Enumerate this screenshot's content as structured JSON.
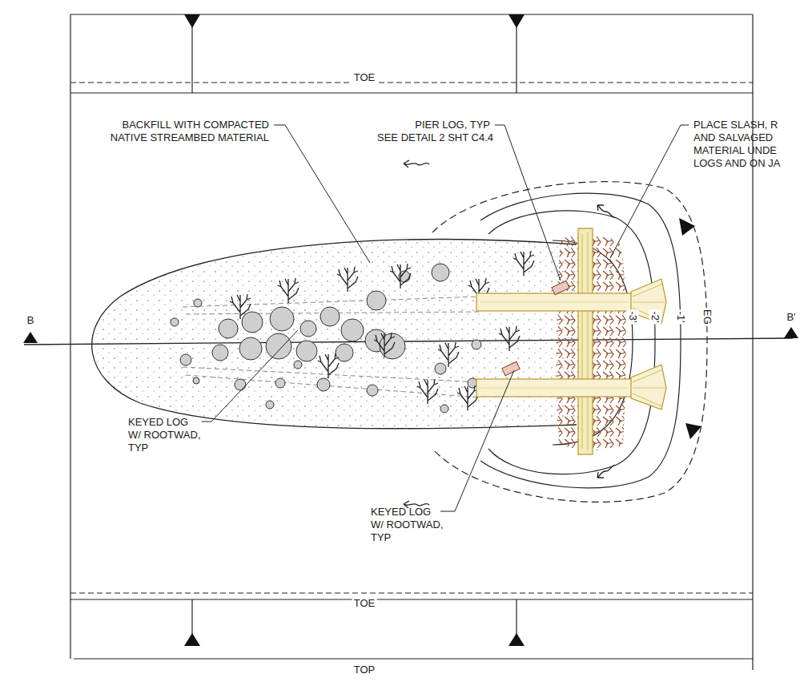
{
  "diagram": {
    "labels": [
      "TOE",
      "BACKFILL WITH COMPACTED",
      "NATIVE STREAMBED MATERIAL",
      "PIER LOG, TYP",
      "SEE DETAIL 2 SHT C4.4",
      "PLACE SLASH, R",
      "AND SALVAGED",
      "MATERIAL UNDE",
      "LOGS AND ON JA",
      "B",
      "B'",
      "-3'",
      "-2'",
      "-1'",
      "EG",
      "KEYED LOG",
      "W/ ROOTWAD,",
      "TYP",
      "KEYED LOG",
      "W/ ROOTWAD,",
      "TYP",
      "TOE",
      "TOP"
    ]
  }
}
